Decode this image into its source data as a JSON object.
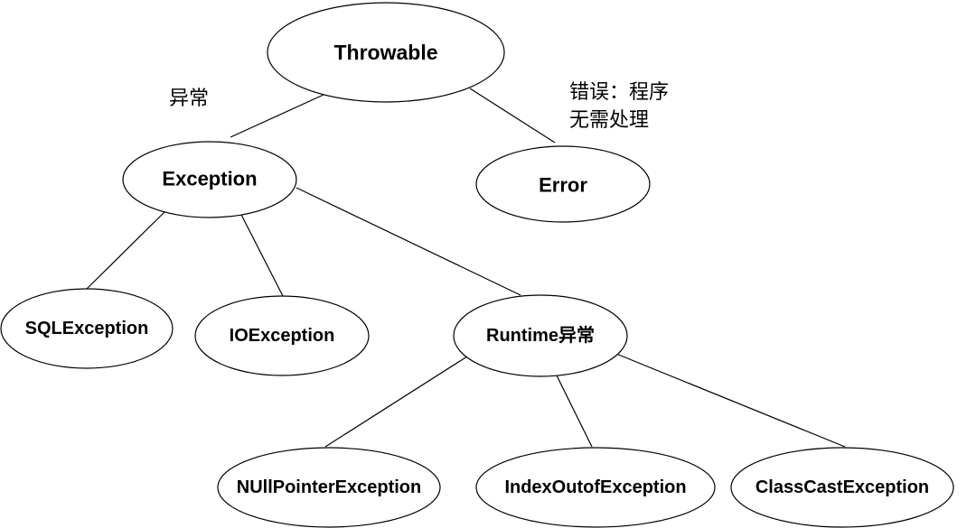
{
  "colors": {
    "background": "#ffffff",
    "stroke": "#000000",
    "node_fill": "#ffffff",
    "text": "#000000"
  },
  "nodes": {
    "throwable": "Throwable",
    "exception": "Exception",
    "error": "Error",
    "sql_exception": "SQLException",
    "io_exception": "IOException",
    "runtime_exception": "Runtime异常",
    "null_pointer_exception": "NUllPointerException",
    "index_out_of_exception": "IndexOutofException",
    "class_cast_exception": "ClassCastException"
  },
  "annotations": {
    "exception_note": "异常",
    "error_note_line1": "错误：程序",
    "error_note_line2": "无需处理"
  }
}
